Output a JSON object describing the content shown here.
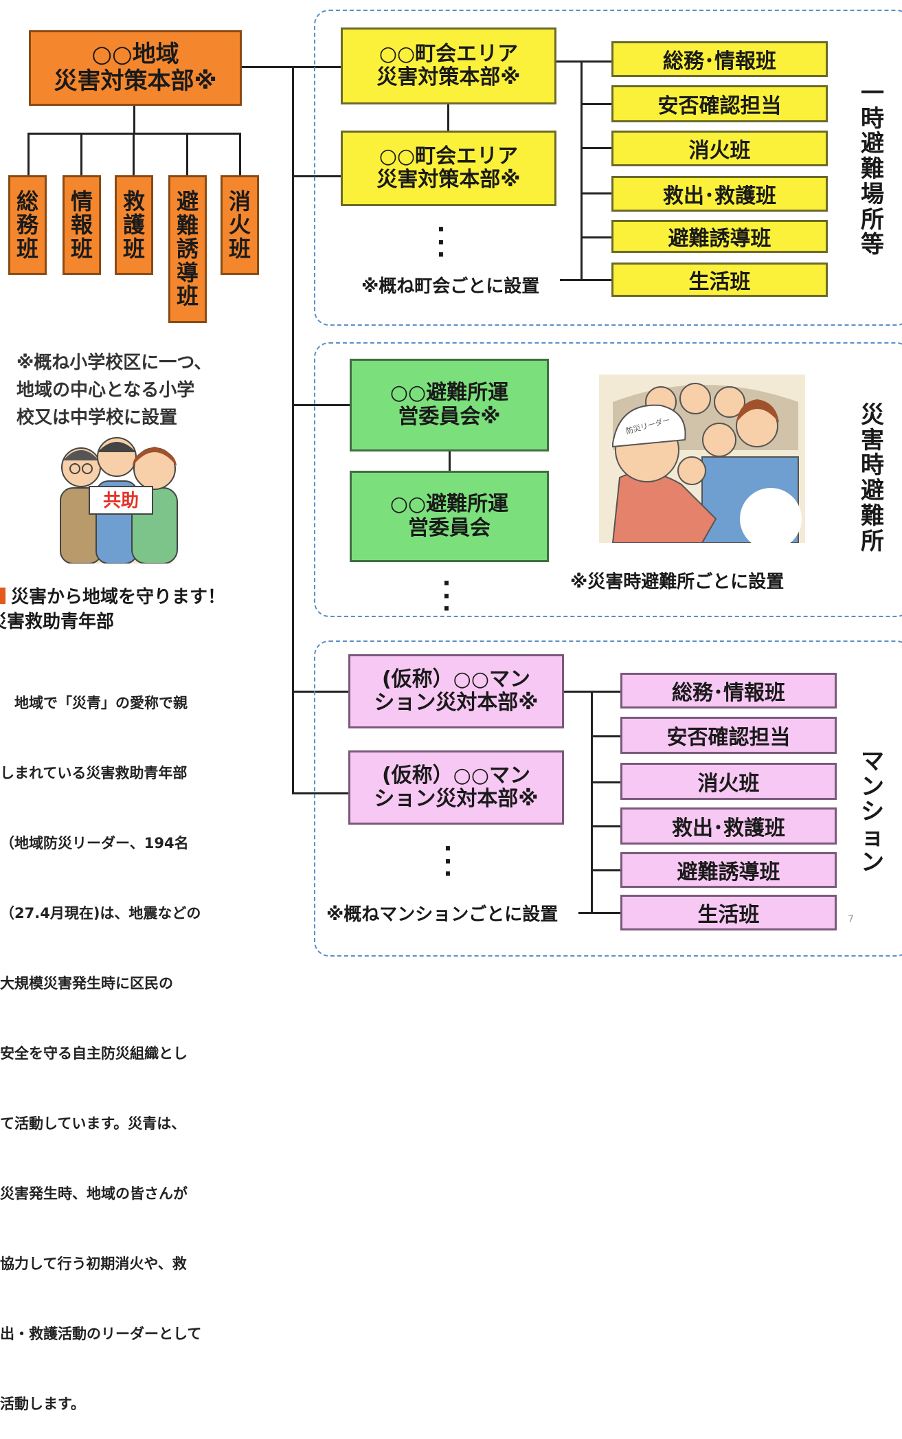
{
  "hq": {
    "line1": "○○地域",
    "line2": "災害対策本部※"
  },
  "hq_teams": [
    "総務班",
    "情報班",
    "救護班",
    "避難誘導班",
    "消火班"
  ],
  "hq_note": {
    "l1": "※概ね小学校区に一つ、",
    "l2": "地域の中心となる小学",
    "l3": "校又は中学校に設置"
  },
  "kyojo_label": "共助",
  "seinen": {
    "title1": "災害から地域を守ります！",
    "title2": "災害救助青年部",
    "body": [
      "　地域で「災青」の愛称で親",
      "しまれている災害救助青年部",
      "（地域防災リーダー、194名",
      "（27.4月現在)は、地震などの",
      "大規模災害発生時に区民の",
      "安全を守る自主防災組織とし",
      "て活動しています。災青は、",
      "災害発生時、地域の皆さんが",
      "協力して行う初期消火や、救",
      "出・救護活動のリーダーとして",
      "活動します。"
    ]
  },
  "panel1": {
    "hq1": {
      "line1": "○○町会エリア",
      "line2": "災害対策本部※"
    },
    "hq2": {
      "line1": "○○町会エリア",
      "line2": "災害対策本部※"
    },
    "note": "※概ね町会ごとに設置",
    "teams": [
      "総務･情報班",
      "安否確認担当",
      "消火班",
      "救出･救護班",
      "避難誘導班",
      "生活班"
    ],
    "side_label": "一時避難場所等"
  },
  "panel2": {
    "c1": {
      "line1": "○○避難所運",
      "line2": "営委員会※"
    },
    "c2": {
      "line1": "○○避難所運",
      "line2": "営委員会"
    },
    "leader_label": "防災リーダー",
    "note": "※災害時避難所ごとに設置",
    "side_label": "災害時避難所"
  },
  "panel3": {
    "m1": {
      "line1": "(仮称）○○マン",
      "line2": "ション災対本部※"
    },
    "m2": {
      "line1": "(仮称）○○マン",
      "line2": "ション災対本部※"
    },
    "note": "※概ねマンションごとに設置",
    "teams": [
      "総務･情報班",
      "安否確認担当",
      "消火班",
      "救出･救護班",
      "避難誘導班",
      "生活班"
    ],
    "side_label": "マンション"
  },
  "page_number": "7",
  "colors": {
    "orange": "#f4872e",
    "yellow": "#fbf13a",
    "green": "#7be07c",
    "pink": "#f7c8f3",
    "panel_border": "#5a8fc6"
  }
}
